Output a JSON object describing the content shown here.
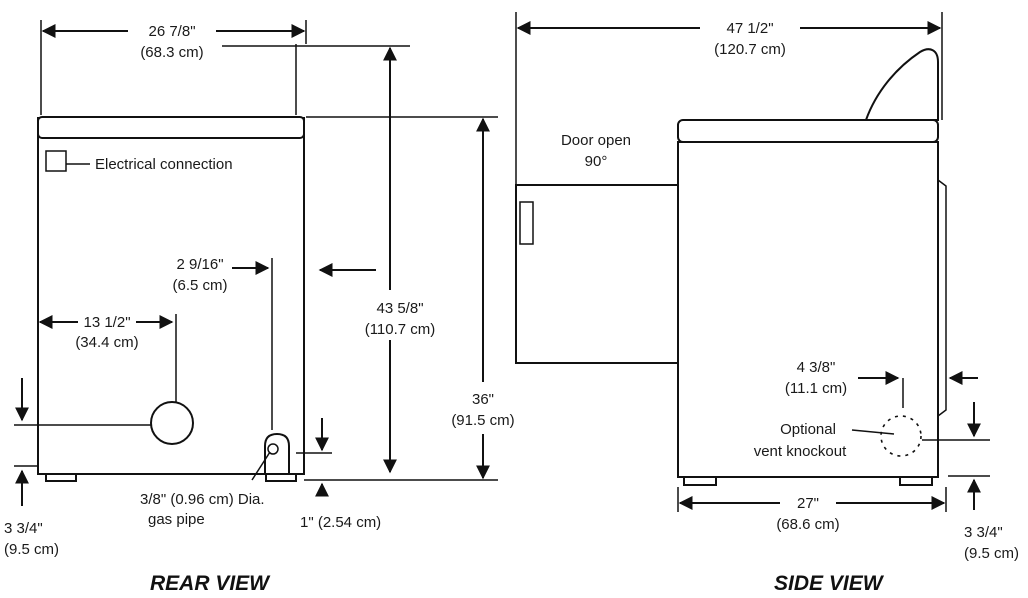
{
  "rear_view": {
    "title": "REAR VIEW",
    "width_dim": {
      "in": "26 7/8\"",
      "cm": "(68.3 cm)"
    },
    "height_total_dim": {
      "in": "43 5/8\"",
      "cm": "(110.7 cm)"
    },
    "height_body_dim": {
      "in": "36\"",
      "cm": "(91.5 cm)"
    },
    "electrical_label": "Electrical connection",
    "gas_offset_dim": {
      "in": "2 9/16\"",
      "cm": "(6.5 cm)"
    },
    "vent_offset_dim": {
      "in": "13 1/2\"",
      "cm": "(34.4 cm)"
    },
    "gas_pipe_label_1": "3/8\" (0.96 cm) Dia.",
    "gas_pipe_label_2": "gas pipe",
    "gas_height_dim": "1\" (2.54 cm)",
    "vent_height_dim": {
      "in": "3  3/4\"",
      "cm": "(9.5 cm)"
    }
  },
  "side_view": {
    "title": "SIDE VIEW",
    "depth_total_dim": {
      "in": "47 1/2\"",
      "cm": "(120.7 cm)"
    },
    "door_label_1": "Door open",
    "door_label_2": "90°",
    "knockout_offset_dim": {
      "in": "4 3/8\"",
      "cm": "(11.1 cm)"
    },
    "knockout_label_1": "Optional",
    "knockout_label_2": "vent knockout",
    "depth_body_dim": {
      "in": "27\"",
      "cm": "(68.6 cm)"
    },
    "knockout_height_dim": {
      "in": "3 3/4\"",
      "cm": "(9.5 cm)"
    }
  }
}
